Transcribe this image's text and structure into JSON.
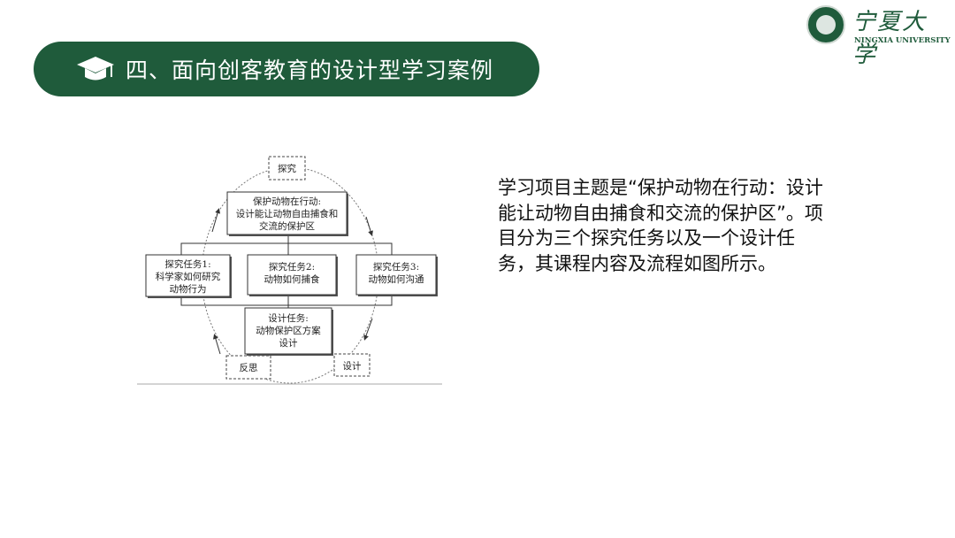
{
  "header": {
    "title": "四、面向创客教育的设计型学习案例",
    "icon": "graduation-cap-icon"
  },
  "logo": {
    "name_cn": "宁夏大学",
    "name_en": "NINGXIA UNIVERSITY"
  },
  "diagram": {
    "cycle": {
      "top": "探究",
      "bottom_left": "反思",
      "bottom_right": "设计"
    },
    "theme": [
      "保护动物在行动:",
      "设计能让动物自由捕食和",
      "交流的保护区"
    ],
    "task1": [
      "探究任务1:",
      "科学家如何研究",
      "动物行为"
    ],
    "task2": [
      "探究任务2:",
      "动物如何捕食"
    ],
    "task3": [
      "探究任务3:",
      "动物如何沟通"
    ],
    "design": [
      "设计任务:",
      "动物保护区方案",
      "设计"
    ]
  },
  "description": {
    "lines": [
      "学习项目主题是“保护动物在行动：设计",
      "能让动物自由捕食和交流的保护区”。项",
      "目分为三个探究任务以及一个设计任",
      "务，其课程内容及流程如图所示。"
    ]
  }
}
